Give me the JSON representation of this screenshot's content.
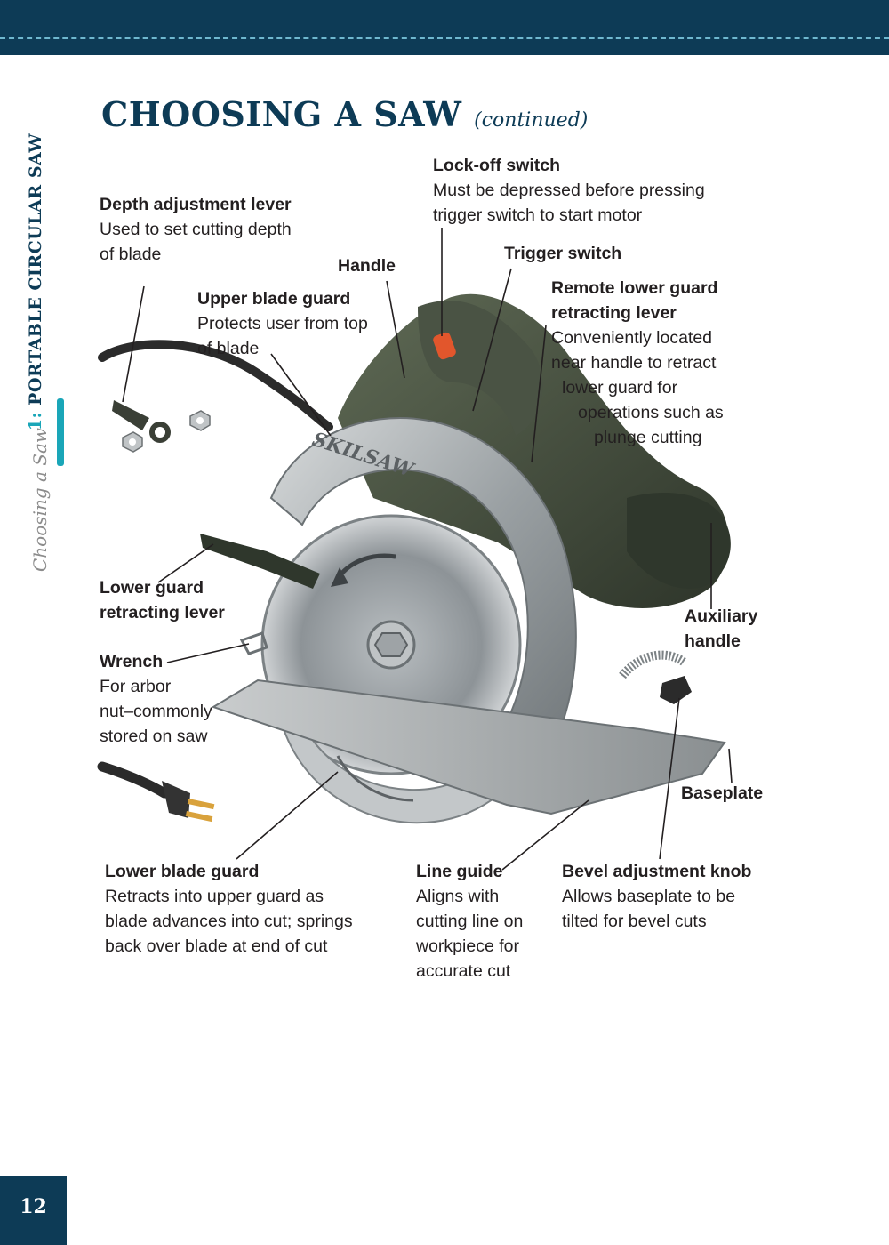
{
  "header": {
    "title": "CHOOSING A SAW",
    "subtitle": "(continued)"
  },
  "sidebar": {
    "chapter_number": "1:",
    "chapter_title": "PORTABLE CIRCULAR SAW",
    "section": "Choosing a Saw"
  },
  "page_number": "12",
  "saw_brand": "SKILSAW",
  "labels": {
    "lock_off": {
      "heading": "Lock-off switch",
      "line1": "Must be depressed before pressing",
      "line2": "trigger switch to start motor"
    },
    "depth": {
      "heading": "Depth adjustment lever",
      "line1": "Used to set cutting depth",
      "line2": "of blade"
    },
    "handle": {
      "heading": "Handle"
    },
    "trigger": {
      "heading": "Trigger switch"
    },
    "upper_guard": {
      "heading": "Upper blade guard",
      "line1": "Protects user from top",
      "line2": "of blade"
    },
    "remote_lever": {
      "heading1": "Remote lower guard",
      "heading2": "retracting lever",
      "line1": "Conveniently located",
      "line2": "near handle to retract",
      "line3": "lower guard for",
      "line4": "operations such as",
      "line5": "plunge cutting"
    },
    "lower_lever": {
      "heading1": "Lower guard",
      "heading2": "retracting lever"
    },
    "aux_handle": {
      "heading1": "Auxiliary",
      "heading2": "handle"
    },
    "wrench": {
      "heading": "Wrench",
      "line1": "For arbor",
      "line2": "nut–commonly",
      "line3": "stored on saw"
    },
    "baseplate": {
      "heading": "Baseplate"
    },
    "lower_guard": {
      "heading": "Lower blade guard",
      "line1": "Retracts into upper guard as",
      "line2": "blade advances into cut; springs",
      "line3": "back over blade at end of cut"
    },
    "line_guide": {
      "heading": "Line guide",
      "line1": "Aligns with",
      "line2": "cutting line on",
      "line3": "workpiece for",
      "line4": "accurate cut"
    },
    "bevel": {
      "heading": "Bevel adjustment knob",
      "line1": "Allows baseplate to be",
      "line2": "tilted for bevel cuts"
    }
  }
}
